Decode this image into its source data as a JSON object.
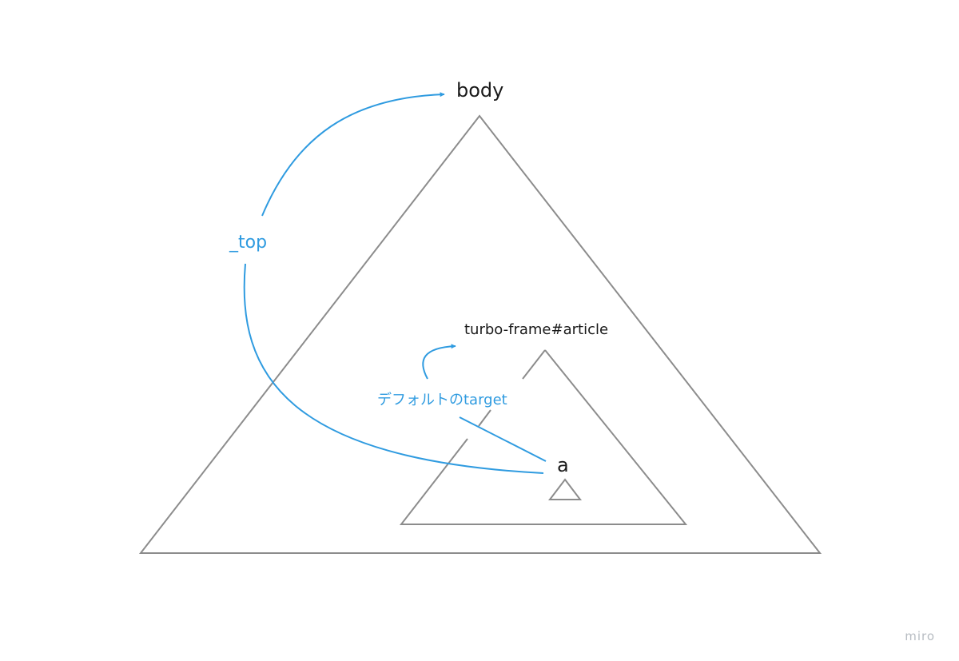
{
  "diagram": {
    "nodes": {
      "body": "body",
      "frame": "turbo-frame#article",
      "anchor": "a"
    },
    "edges": {
      "top": "_top",
      "default_target": "デフォルトのtarget"
    },
    "colors": {
      "outline": "#8c8c8c",
      "arrow": "#2f9be0",
      "text": "#1a1a1a"
    }
  },
  "watermark": "miro"
}
